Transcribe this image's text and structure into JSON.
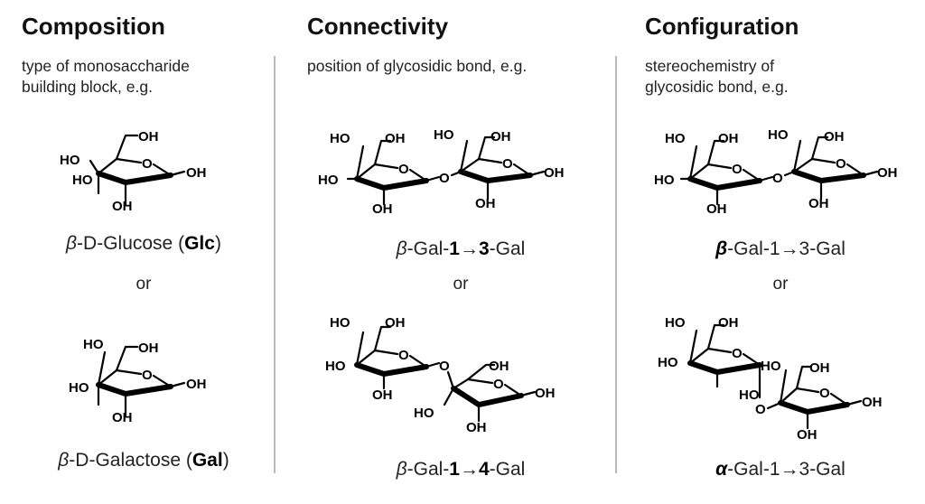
{
  "columns": [
    {
      "heading": "Composition",
      "description": [
        "type of monosaccharide",
        "building block, e.g."
      ],
      "label_a": {
        "prefix": "β",
        "rest": "-D-Glucose (",
        "abbr": "Glc",
        "close": ")"
      },
      "or": "or",
      "label_b": {
        "prefix": "β",
        "rest": "-D-Galactose (",
        "abbr": "Gal",
        "close": ")"
      }
    },
    {
      "heading": "Connectivity",
      "description": [
        "position of glycosidic bond, e.g."
      ],
      "label_a": {
        "prefix": "β",
        "p1": "-Gal-",
        "n1": "1",
        "arrow": "→",
        "n2": "3",
        "p2": "-Gal"
      },
      "or": "or",
      "label_b": {
        "prefix": "β",
        "p1": "-Gal-",
        "n1": "1",
        "arrow": "→",
        "n2": "4",
        "p2": "-Gal"
      }
    },
    {
      "heading": "Configuration",
      "description": [
        "stereochemistry of",
        "glycosidic bond, e.g."
      ],
      "label_a": {
        "prefix": "β",
        "rest": "-Gal-1→3-Gal"
      },
      "or": "or",
      "label_b": {
        "prefix": "α",
        "rest": "-Gal-1→3-Gal"
      }
    }
  ],
  "atoms": {
    "oh": "OH",
    "ho": "HO",
    "o": "O"
  }
}
